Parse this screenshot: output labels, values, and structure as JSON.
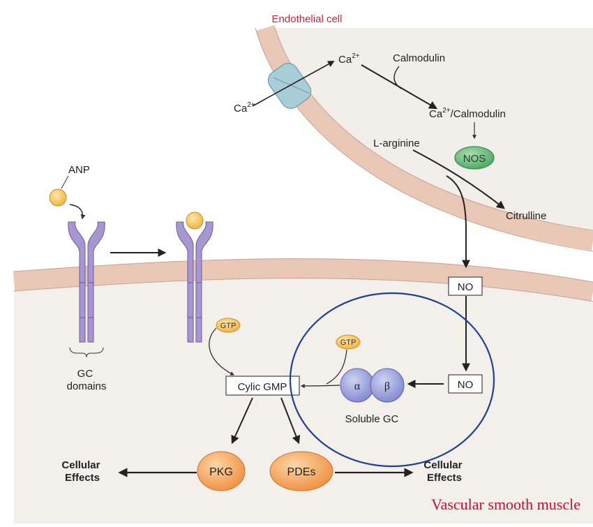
{
  "endothelial_title": "Endothelial cell",
  "ca_outside": {
    "base": "Ca",
    "sup": "2+"
  },
  "ca_inside": {
    "base": "Ca",
    "sup": "2+"
  },
  "calmodulin": "Calmodulin",
  "ca_calmodulin": {
    "a": "Ca",
    "sup": "2+",
    "b": "/Calmodulin"
  },
  "l_arginine": "L-arginine",
  "nos": "NOS",
  "citrulline": "Citrulline",
  "no_upper": "NO",
  "no_lower": "NO",
  "anp": "ANP",
  "gc_domains": [
    "GC",
    "domains"
  ],
  "gtp_left": "GTP",
  "gtp_right": "GTP",
  "cyclic_gmp": "Cylic GMP",
  "alpha": "α",
  "beta": "β",
  "soluble_gc": "Soluble GC",
  "pkg": "PKG",
  "pdes": "PDEs",
  "cellular_effects_left": [
    "Cellular",
    "Effects"
  ],
  "cellular_effects_right": [
    "Cellular",
    "Effects"
  ],
  "vsm_label": "Vascular smooth muscle",
  "colors": {
    "membrane": "#e9c8b8",
    "membrane_edge": "#c9a090",
    "cytoplasm": "#f2efea",
    "receptor": "#a896cf",
    "receptor_edge": "#6e5a9e",
    "ligand": "#f5c35a",
    "nos": "#6ab87a",
    "channel": "#a9cdd8",
    "orange_node": "#f3a55c",
    "highlight_circle": "#1f3f8f",
    "title_red": "#c8283a",
    "vsm_red": "#c8102e"
  }
}
